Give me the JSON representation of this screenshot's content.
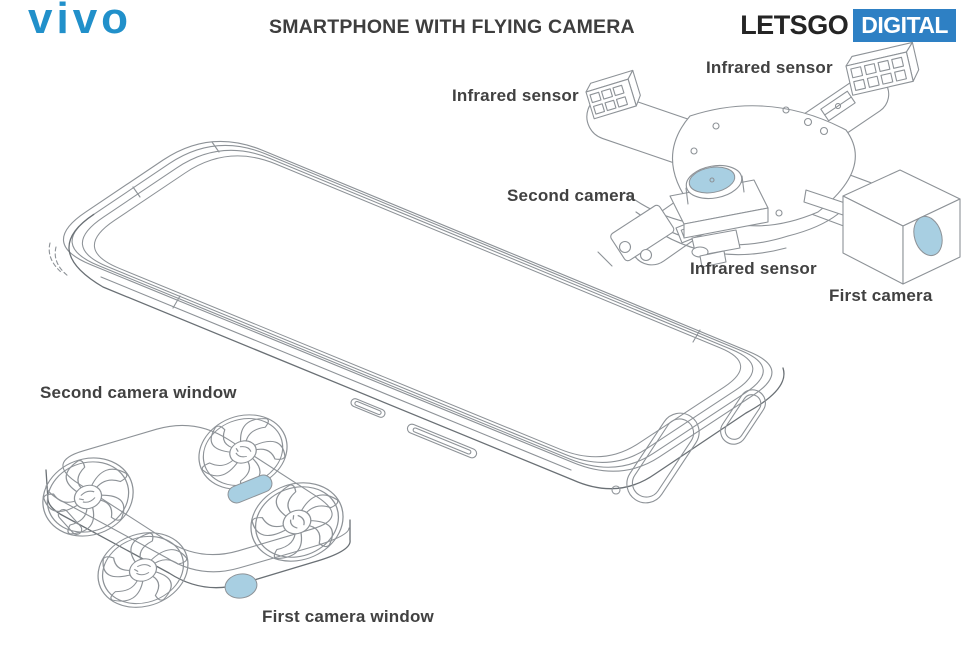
{
  "colors": {
    "brand_blue": "#2190ca",
    "publisher_box_blue": "#2e80c4",
    "publisher_text_dark": "#252525",
    "title_gray": "#3e3e3e",
    "label_gray": "#414141",
    "line_gray": "#8d9297",
    "line_dark": "#6a7075",
    "lens_blue": "#a8cfe2"
  },
  "header": {
    "brand": "vivo",
    "title": "SMARTPHONE WITH FLYING CAMERA",
    "publisher": {
      "part1": "LETSGO",
      "part2": "DIGITAL"
    }
  },
  "diagram": {
    "labels": {
      "infrared_sensor_left": "Infrared sensor",
      "infrared_sensor_top": "Infrared sensor",
      "infrared_sensor_bottom": "Infrared sensor",
      "second_camera": "Second camera",
      "first_camera": "First camera",
      "second_camera_window": "Second camera window",
      "first_camera_window": "First camera window"
    }
  }
}
